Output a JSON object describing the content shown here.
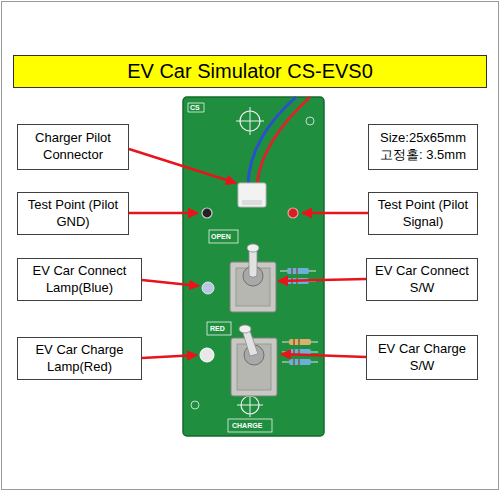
{
  "diagram": {
    "title": "EV Car Simulator CS-EVS0",
    "nodes": [
      {
        "text": [
          "Charger Pilot Connector"
        ]
      },
      {
        "text": [
          "Size:25x65mm 고정홀: 3.5mm"
        ]
      },
      {
        "text": [
          "Test Point (Pilot GND)"
        ]
      },
      {
        "text": [
          "Test Point (Pilot Signal)"
        ]
      },
      {
        "text": [
          "EV Car Connect Lamp(Blue)"
        ]
      },
      {
        "text": [
          "EV Car Connect S/W"
        ]
      },
      {
        "text": [
          "EV Car Charge Lamp(Red)"
        ]
      },
      {
        "text": [
          "EV Car Charge S/W"
        ]
      }
    ],
    "labels": [
      "CS",
      "OPEN",
      "RED",
      "CHARGE"
    ]
  }
}
